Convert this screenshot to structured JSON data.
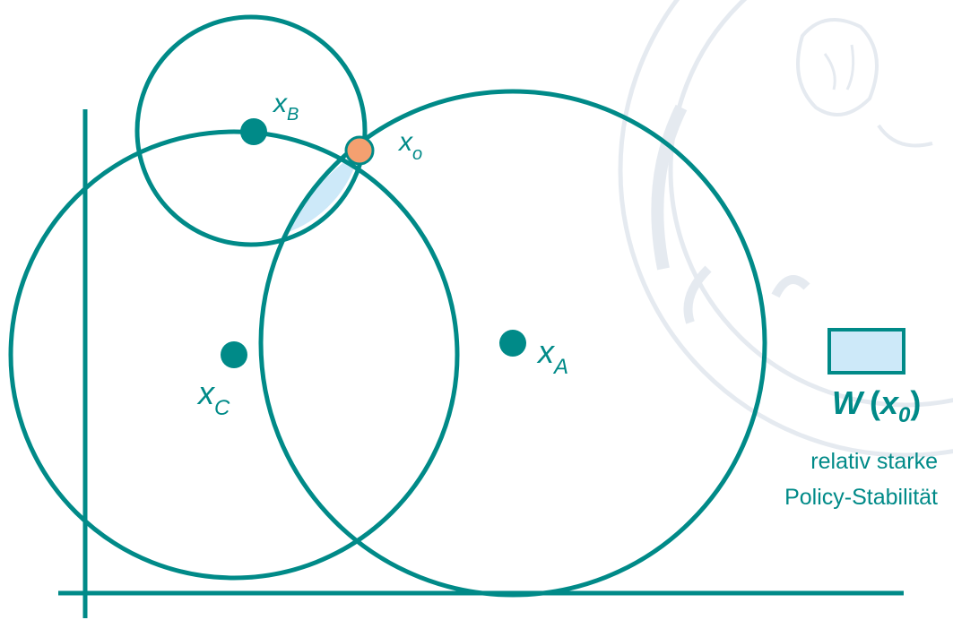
{
  "diagram": {
    "points": {
      "xa": {
        "base": "x",
        "sub": "A"
      },
      "xb": {
        "base": "x",
        "sub": "B"
      },
      "xc": {
        "base": "x",
        "sub": "C"
      },
      "xo": {
        "base": "x",
        "sub": "o"
      }
    },
    "legend": {
      "label_w": "W",
      "label_open": "(",
      "label_x": "x",
      "label_sub": "0",
      "label_close": ")",
      "caption_line1": "relativ starke",
      "caption_line2": "Policy-Stabilität"
    },
    "colors": {
      "stroke": "#008a88",
      "point": "#008a88",
      "ideal_point": "#f4a070",
      "winset_fill": "#cde9f9",
      "watermark": "#e2e7ee"
    }
  }
}
